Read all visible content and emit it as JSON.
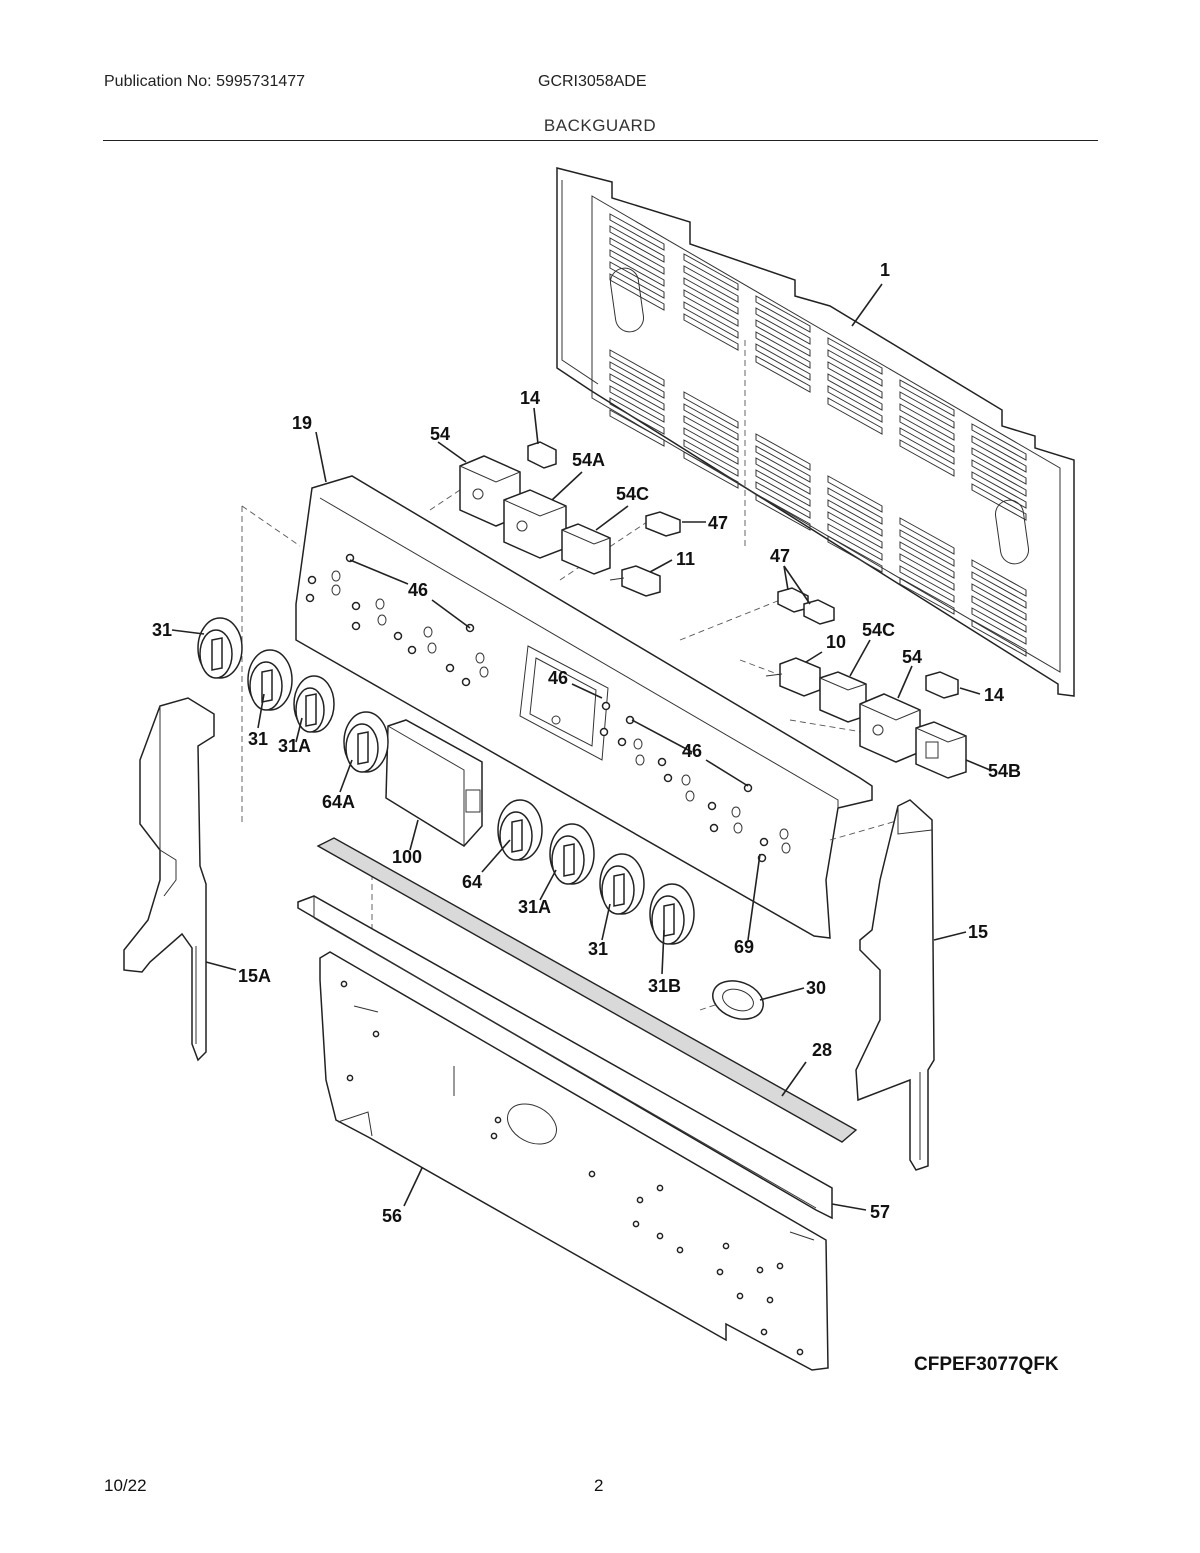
{
  "header": {
    "publication": "Publication No: 5995731477",
    "model": "GCRI3058ADE",
    "section": "BACKGUARD"
  },
  "footer": {
    "date": "10/22",
    "page": "2"
  },
  "diagram": {
    "code": "CFPEF3077QFK",
    "callouts": [
      "1",
      "14",
      "19",
      "54",
      "54A",
      "54C",
      "47",
      "11",
      "46",
      "31",
      "47",
      "10",
      "54C",
      "54",
      "14",
      "46",
      "46",
      "54B",
      "31",
      "31A",
      "64A",
      "100",
      "64",
      "31A",
      "31",
      "69",
      "15",
      "15A",
      "31B",
      "30",
      "28",
      "57",
      "56"
    ]
  }
}
